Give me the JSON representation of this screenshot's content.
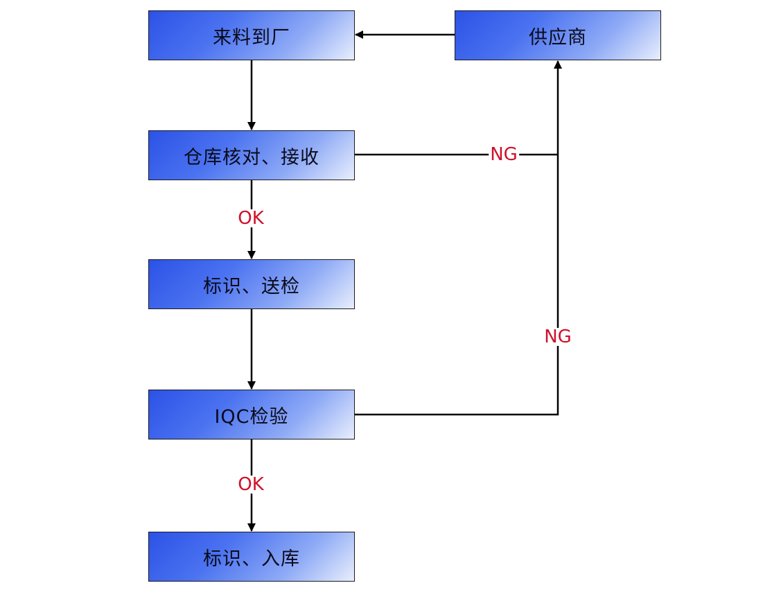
{
  "nodes": {
    "arrival": "来料到厂",
    "supplier": "供应商",
    "warehouse_check": "仓库核对、接收",
    "mark_inspect": "标识、送检",
    "iqc": "IQC检验",
    "mark_store": "标识、入库"
  },
  "edge_labels": {
    "warehouse_ng": "NG",
    "warehouse_ok": "OK",
    "iqc_ng": "NG",
    "iqc_ok": "OK"
  },
  "colors": {
    "box_gradient_start": "#2c52e6",
    "box_gradient_end": "#e8eefc",
    "label": "#d0102a",
    "line": "#000000"
  }
}
